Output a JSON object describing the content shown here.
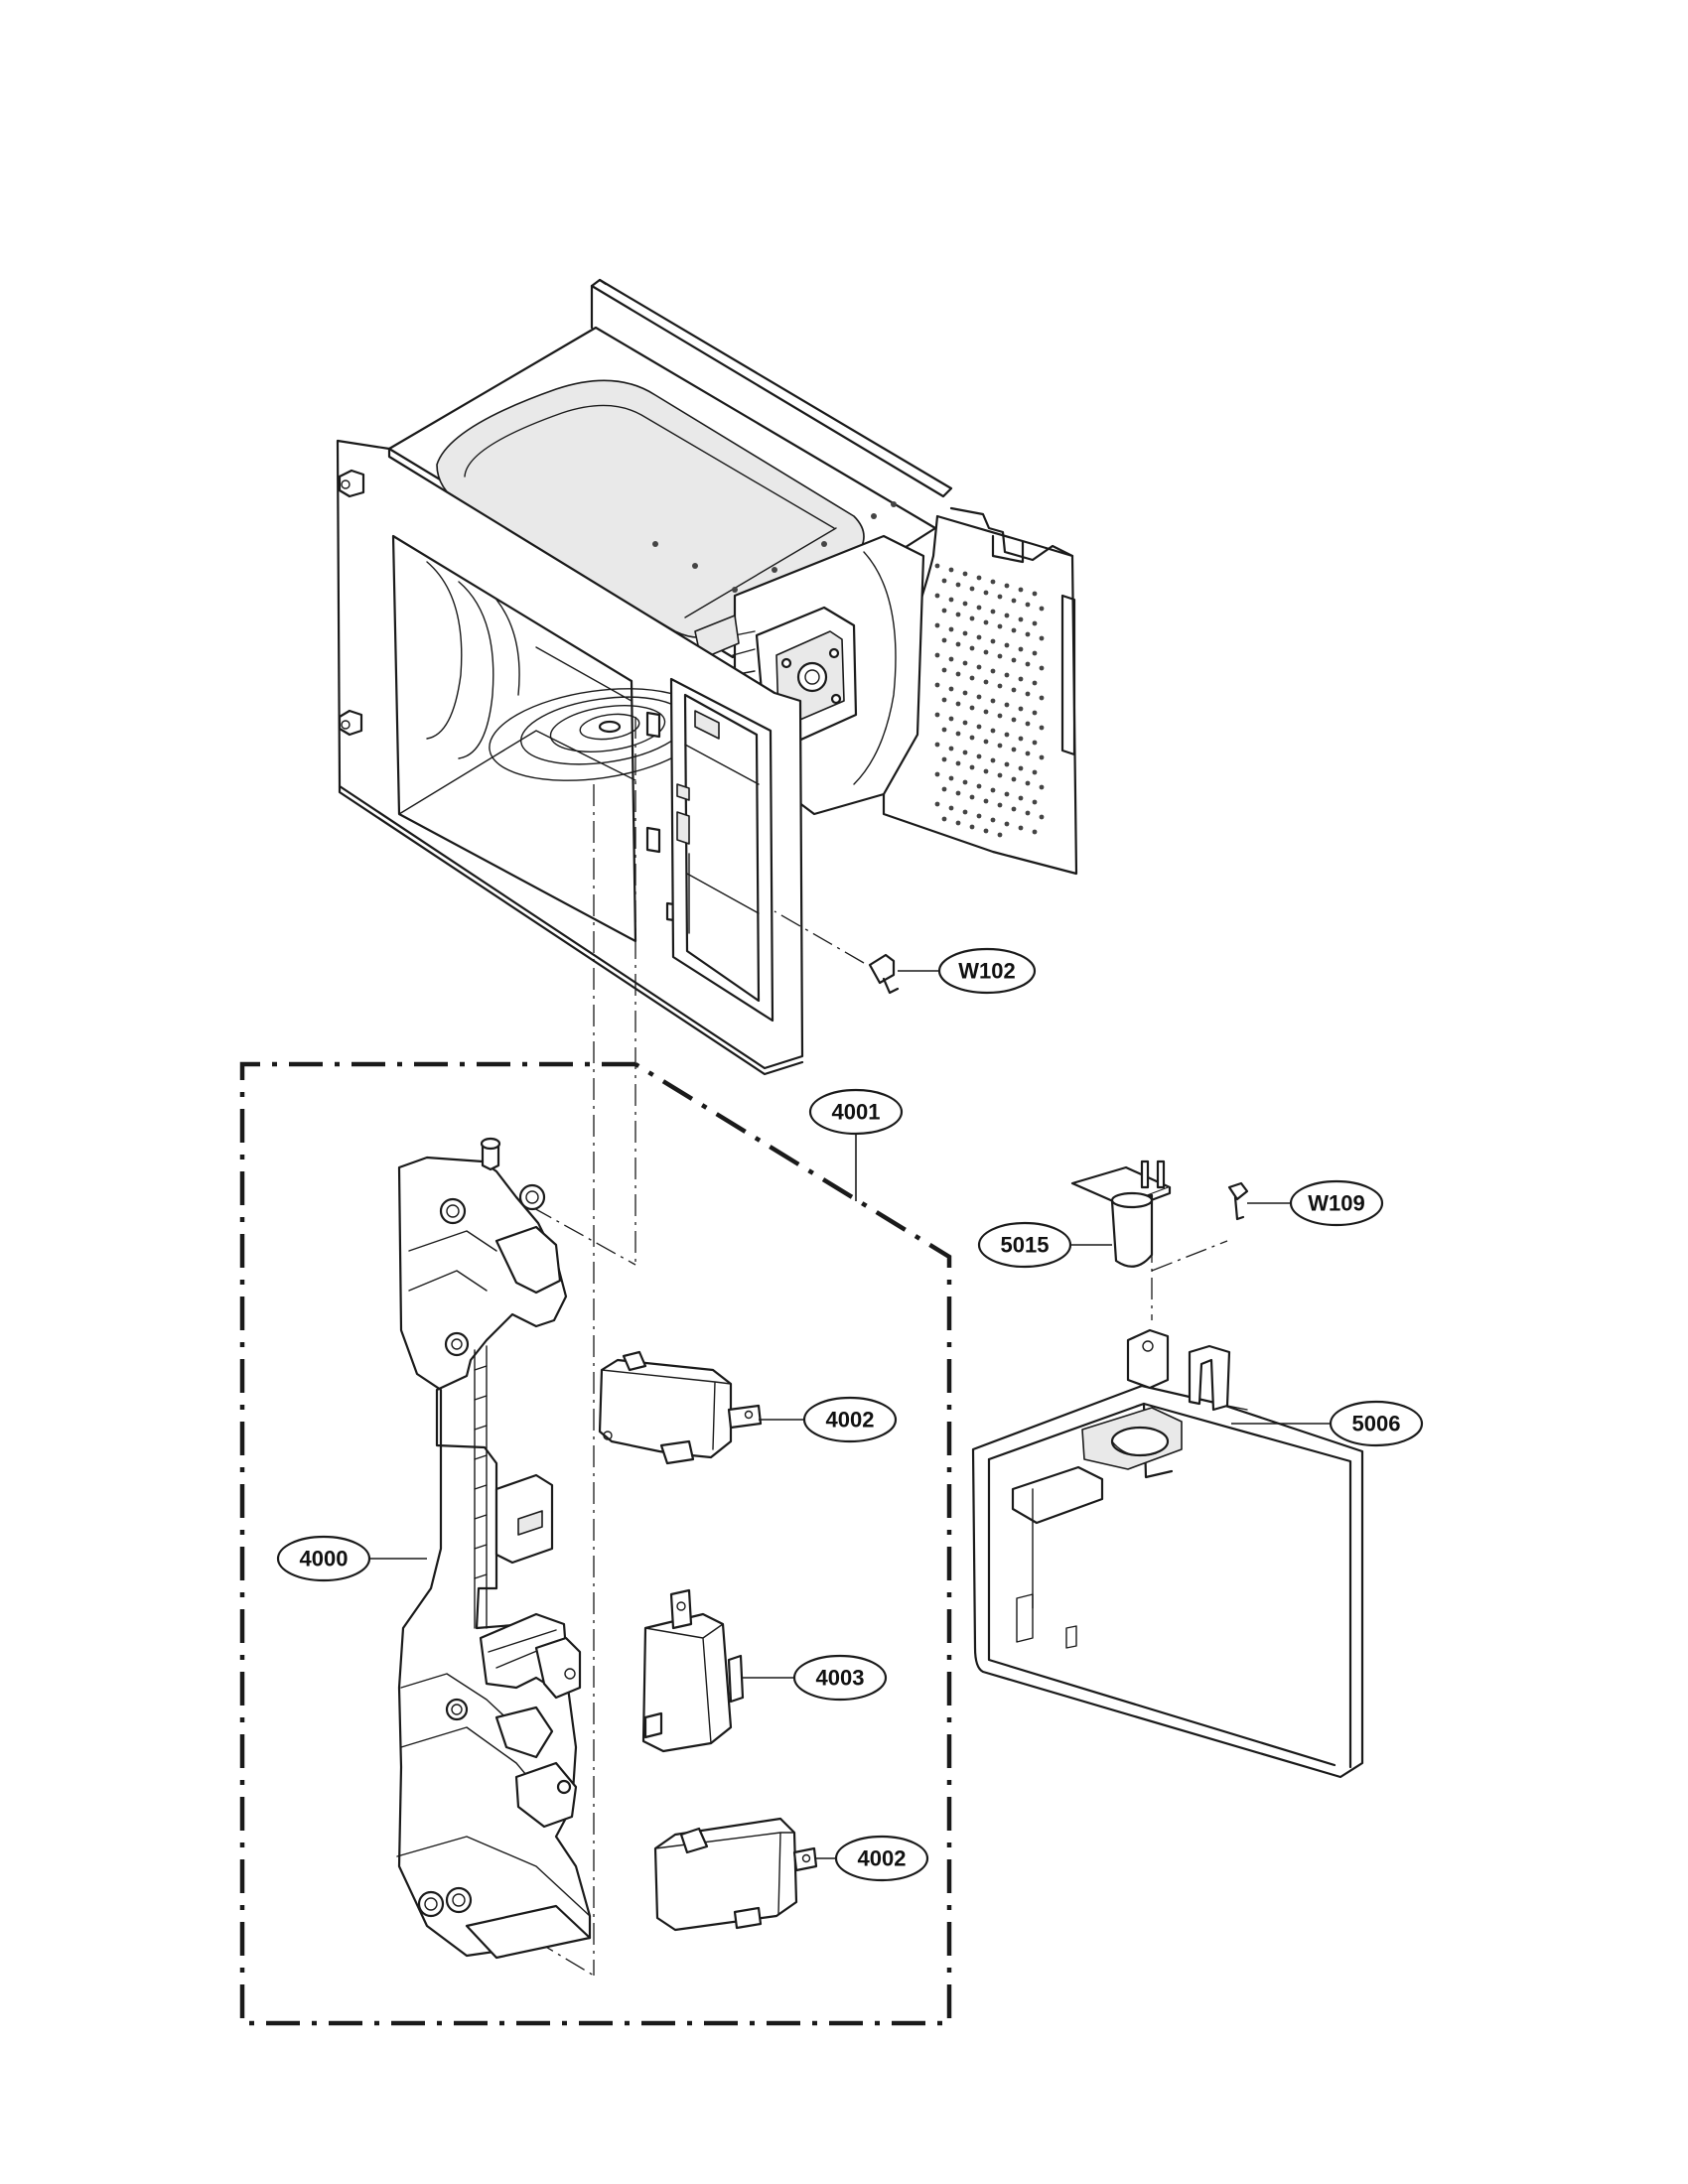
{
  "callouts": {
    "w102": "W102",
    "p4001": "4001",
    "w109": "W109",
    "p5015": "5015",
    "p4002a": "4002",
    "p5006": "5006",
    "p4000": "4000",
    "p4003": "4003",
    "p4002b": "4002"
  }
}
